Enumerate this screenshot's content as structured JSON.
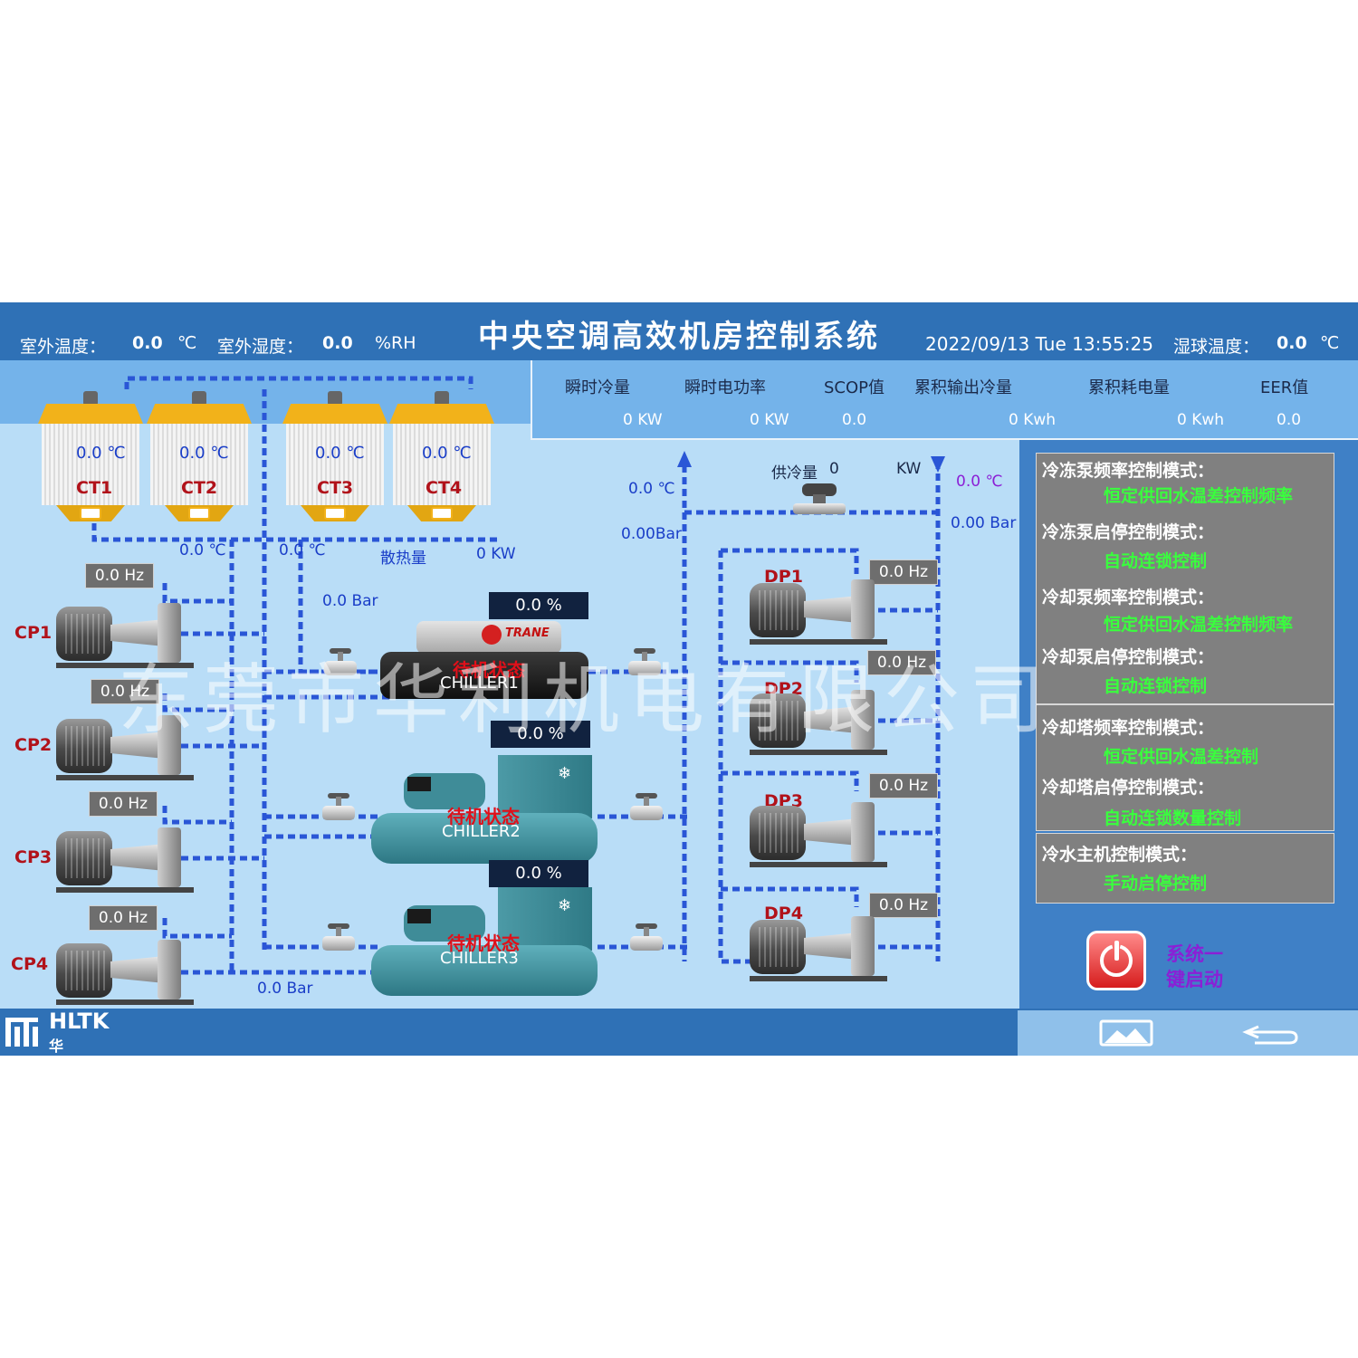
{
  "header": {
    "title": "中央空调高效机房控制系统",
    "outdoor_temp_label": "室外温度：",
    "outdoor_temp_value": "0.0",
    "outdoor_temp_unit": "℃",
    "outdoor_humidity_label": "室外湿度：",
    "outdoor_humidity_value": "0.0",
    "outdoor_humidity_unit": "%RH",
    "datetime": "2022/09/13 Tue 13:55:25",
    "wet_bulb_label": "湿球温度：",
    "wet_bulb_value": "0.0",
    "wet_bulb_unit": "℃"
  },
  "metrics": [
    {
      "label": "瞬时冷量",
      "value": "0 KW"
    },
    {
      "label": "瞬时电功率",
      "value": "0  KW"
    },
    {
      "label": "SCOP值",
      "value": "0.0"
    },
    {
      "label": "累积输出冷量",
      "value": "0 Kwh"
    },
    {
      "label": "累积耗电量",
      "value": "0 Kwh"
    },
    {
      "label": "EER值",
      "value": "0.0"
    }
  ],
  "cooling_towers": [
    {
      "name": "CT1",
      "temp": "0.0 ℃"
    },
    {
      "name": "CT2",
      "temp": "0.0 ℃"
    },
    {
      "name": "CT3",
      "temp": "0.0 ℃"
    },
    {
      "name": "CT4",
      "temp": "0.0 ℃"
    }
  ],
  "tower_readings": {
    "supply_temp": "0.0 ℃",
    "return_temp": "0.0 ℃",
    "heat_rejection_label": "散热量",
    "heat_rejection_value": "0 KW",
    "pressure_top": "0.0 Bar",
    "pressure_bottom": "0.0 Bar"
  },
  "cooling_pumps": [
    {
      "name": "CP1",
      "freq": "0.0 Hz"
    },
    {
      "name": "CP2",
      "freq": "0.0 Hz"
    },
    {
      "name": "CP3",
      "freq": "0.0 Hz"
    },
    {
      "name": "CP4",
      "freq": "0.0 Hz"
    }
  ],
  "chillers": [
    {
      "name": "CHILLER1",
      "state": "待机状态",
      "load": "0.0  %",
      "brand": "TRANE"
    },
    {
      "name": "CHILLER2",
      "state": "待机状态",
      "load": "0.0  %"
    },
    {
      "name": "CHILLER3",
      "state": "待机状态",
      "load": "0.0  %"
    }
  ],
  "chilled_water": {
    "supply_temp": "0.0 ℃",
    "supply_pressure": "0.00Bar",
    "return_temp": "0.0  ℃",
    "return_pressure": "0.00  Bar",
    "cooling_supply_label": "供冷量",
    "cooling_supply_value": "0",
    "cooling_supply_unit": "KW"
  },
  "chilled_pumps": [
    {
      "name": "DP1",
      "freq": "0.0 Hz"
    },
    {
      "name": "DP2",
      "freq": "0.0 Hz"
    },
    {
      "name": "DP3",
      "freq": "0.0 Hz"
    },
    {
      "name": "DP4",
      "freq": "0.0 Hz"
    }
  ],
  "control_modes": [
    {
      "label": "冷冻泵频率控制模式：",
      "value": "恒定供回水温差控制频率"
    },
    {
      "label": "冷冻泵启停控制模式：",
      "value": "自动连锁控制"
    },
    {
      "label": "冷却泵频率控制模式：",
      "value": "恒定供回水温差控制频率"
    },
    {
      "label": "冷却泵启停控制模式：",
      "value": "自动连锁控制"
    },
    {
      "label": "冷却塔频率控制模式：",
      "value": "恒定供回水温差控制"
    },
    {
      "label": "冷却塔启停控制模式：",
      "value": "自动连锁数量控制"
    },
    {
      "label": "冷水主机控制模式：",
      "value": "手动启停控制"
    }
  ],
  "system_start": {
    "line1": "系统一",
    "line2": "键启动"
  },
  "watermark": "东莞市华利机电有限公司",
  "logo": {
    "brand": "HLTK",
    "sub": "华利智成"
  },
  "icons": {
    "image": "image-icon",
    "back": "back-arrow-icon",
    "power": "power-icon"
  },
  "colors": {
    "header": "#2f71b6",
    "background": "#b9ddf7",
    "pipe": "#2a56d6",
    "mode_text": "#39ff3d",
    "state_text": "#e0101a"
  }
}
